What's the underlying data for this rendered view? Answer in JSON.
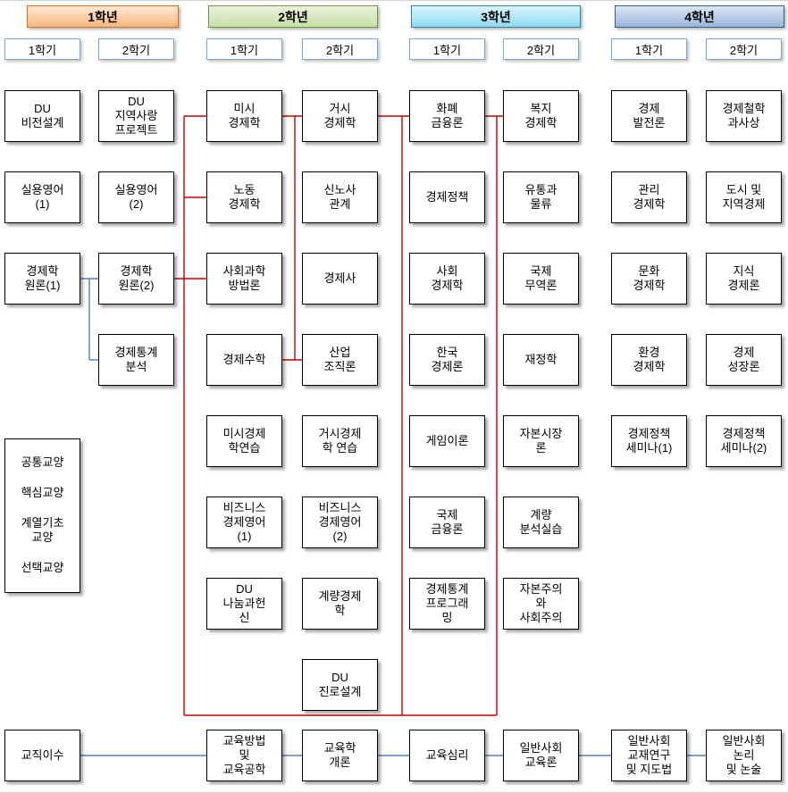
{
  "years": [
    {
      "label": "1학년",
      "semesters": [
        {
          "label": "1학기",
          "courses": [
            {
              "title": "DU\n비전설계"
            },
            {
              "title": "실용영어\n(1)"
            },
            {
              "title": "경제학\n원론(1)"
            }
          ]
        },
        {
          "label": "2학기",
          "courses": [
            {
              "title": "DU\n지역사랑\n프로젝트"
            },
            {
              "title": "실용영어\n(2)"
            },
            {
              "title": "경제학\n원론(2)"
            },
            {
              "title": "경제통계\n분석"
            }
          ]
        }
      ]
    },
    {
      "label": "2학년",
      "semesters": [
        {
          "label": "1학기",
          "courses": [
            {
              "title": "미시\n경제학"
            },
            {
              "title": "노동\n경제학"
            },
            {
              "title": "사회과학\n방법론"
            },
            {
              "title": "경제수학"
            },
            {
              "title": "미시경제\n학연습"
            },
            {
              "title": "비즈니스\n경제영어\n(1)"
            },
            {
              "title": "DU\n나눔과헌\n신"
            }
          ]
        },
        {
          "label": "2학기",
          "courses": [
            {
              "title": "거시\n경제학"
            },
            {
              "title": "신노사\n관계"
            },
            {
              "title": "경제사"
            },
            {
              "title": "산업\n조직론"
            },
            {
              "title": "거시경제\n학 연습"
            },
            {
              "title": "비즈니스\n경제영어\n(2)"
            },
            {
              "title": "계량경제\n학"
            },
            {
              "title": "DU\n진로설계"
            }
          ]
        }
      ]
    },
    {
      "label": "3학년",
      "semesters": [
        {
          "label": "1학기",
          "courses": [
            {
              "title": "화폐\n금융론"
            },
            {
              "title": "경제정책"
            },
            {
              "title": "사회\n경제학"
            },
            {
              "title": "한국\n경제론"
            },
            {
              "title": "게임이론"
            },
            {
              "title": "국제\n금융론"
            },
            {
              "title": "경제통계\n프로그래\n밍"
            }
          ]
        },
        {
          "label": "2학기",
          "courses": [
            {
              "title": "복지\n경제학"
            },
            {
              "title": "유통과\n물류"
            },
            {
              "title": "국제\n무역론"
            },
            {
              "title": "재정학"
            },
            {
              "title": "자본시장\n론"
            },
            {
              "title": "계량\n분석실습"
            },
            {
              "title": "자본주의\n와\n사회주의"
            }
          ]
        }
      ]
    },
    {
      "label": "4학년",
      "semesters": [
        {
          "label": "1학기",
          "courses": [
            {
              "title": "경제\n발전론"
            },
            {
              "title": "관리\n경제학"
            },
            {
              "title": "문화\n경제학"
            },
            {
              "title": "환경\n경제학"
            },
            {
              "title": "경제정책\n세미나(1)"
            }
          ]
        },
        {
          "label": "2학기",
          "courses": [
            {
              "title": "경제철학\n과사상"
            },
            {
              "title": "도시 및\n지역경제"
            },
            {
              "title": "지식\n경제론"
            },
            {
              "title": "경제\n성장론"
            },
            {
              "title": "경제정책\n세미나(2)"
            }
          ]
        }
      ]
    }
  ],
  "electives": {
    "text": "공통교양\n\n핵심교양\n\n계열기초\n교양\n\n선택교양"
  },
  "teaching_track": [
    "교직이수",
    "교육방법\n및\n교육공학",
    "교육학\n개론",
    "교육심리",
    "일반사회\n교육론",
    "일반사회\n교재연구\n및 지도법",
    "일반사회\n논리\n및 논술"
  ],
  "colors": {
    "year_themes": [
      {
        "bg_top": "#FDE9D9",
        "bg_bottom": "#FAB77E",
        "border": "#E36C0A"
      },
      {
        "bg_top": "#EAF1DD",
        "bg_bottom": "#C6E0A5",
        "border": "#76923C"
      },
      {
        "bg_top": "#DBF5FC",
        "bg_bottom": "#8ED9F0",
        "border": "#31859C"
      },
      {
        "bg_top": "#DCE6F2",
        "bg_bottom": "#9AB5D9",
        "border": "#376092"
      }
    ],
    "prereq_line": "#CC0000",
    "track_line": "#4F81BD",
    "tab_border": "#7FA8C9"
  }
}
